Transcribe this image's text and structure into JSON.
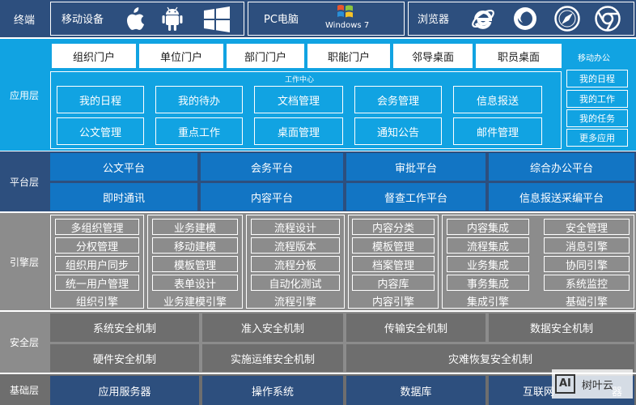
{
  "layers": {
    "terminal": "终端",
    "application": "应用层",
    "platform": "平台层",
    "engine": "引擎层",
    "security": "安全层",
    "base": "基础层"
  },
  "terminal": {
    "mobile": "移动设备",
    "pc": "PC电脑",
    "windows_logo": "Windows 7",
    "browser": "浏览器",
    "icons": [
      "apple-icon",
      "android-icon",
      "windows-icon",
      "windows7-icon",
      "ie-icon",
      "firefox-icon",
      "safari-icon",
      "chrome-icon"
    ]
  },
  "application": {
    "portals": [
      "组织门户",
      "单位门户",
      "部门门户",
      "职能门户",
      "邻导桌面",
      "职员桌面"
    ],
    "work_center_title": "工作中心",
    "work_row1": [
      "我的日程",
      "我的待办",
      "文档管理",
      "会务管理",
      "信息报送"
    ],
    "work_row2": [
      "公文管理",
      "重点工作",
      "桌面管理",
      "通知公告",
      "邮件管理"
    ],
    "mobile_office": {
      "title": "移动办公",
      "items": [
        "我的日程",
        "我的工作",
        "我的任务",
        "更多应用"
      ]
    }
  },
  "platform": {
    "row1": [
      "公文平台",
      "会务平台",
      "审批平台",
      "综合办公平台"
    ],
    "row2": [
      "即时通讯",
      "内容平台",
      "督查工作平台",
      "信息报送采编平台"
    ]
  },
  "engine": {
    "group1": {
      "items": [
        "多组织管理",
        "分权管理",
        "组织用户同步",
        "统一用户管理"
      ],
      "footer": "组织引擎"
    },
    "group2": {
      "items": [
        "业务建模",
        "移动建模",
        "模板管理",
        "表单设计"
      ],
      "footer": "业务建模引擎"
    },
    "group3": {
      "items": [
        "流程设计",
        "流程版本",
        "流程分板",
        "自动化测试"
      ],
      "footer": "流程引擎"
    },
    "group4": {
      "items": [
        "内容分类",
        "模板管理",
        "档案管理",
        "内容库"
      ],
      "footer": "内容引擎"
    },
    "group5": {
      "items": [
        "内容集成",
        "流程集成",
        "业务集成",
        "事务集成"
      ],
      "footer": "集成引擎"
    },
    "group6": {
      "items": [
        "安全管理",
        "消息引擎",
        "协同引擎",
        "系统监控"
      ],
      "footer": "基础引擎"
    }
  },
  "security": {
    "row1": [
      "系统安全机制",
      "准入安全机制",
      "传输安全机制",
      "数据安全机制"
    ],
    "row2": [
      "硬件安全机制",
      "实施运维安全机制",
      "灾难恢复安全机制"
    ]
  },
  "base": [
    "应用服务器",
    "操作系统",
    "数据库",
    "互联网",
    "器"
  ],
  "watermark": {
    "logo": "AI",
    "text": "树叶云"
  },
  "colors": {
    "dark_blue": "#2d4f7e",
    "light_blue": "#11a3e2",
    "mid_blue": "#1275c4",
    "gray": "#8c8c8c",
    "dark_gray": "#6e6e6e"
  }
}
